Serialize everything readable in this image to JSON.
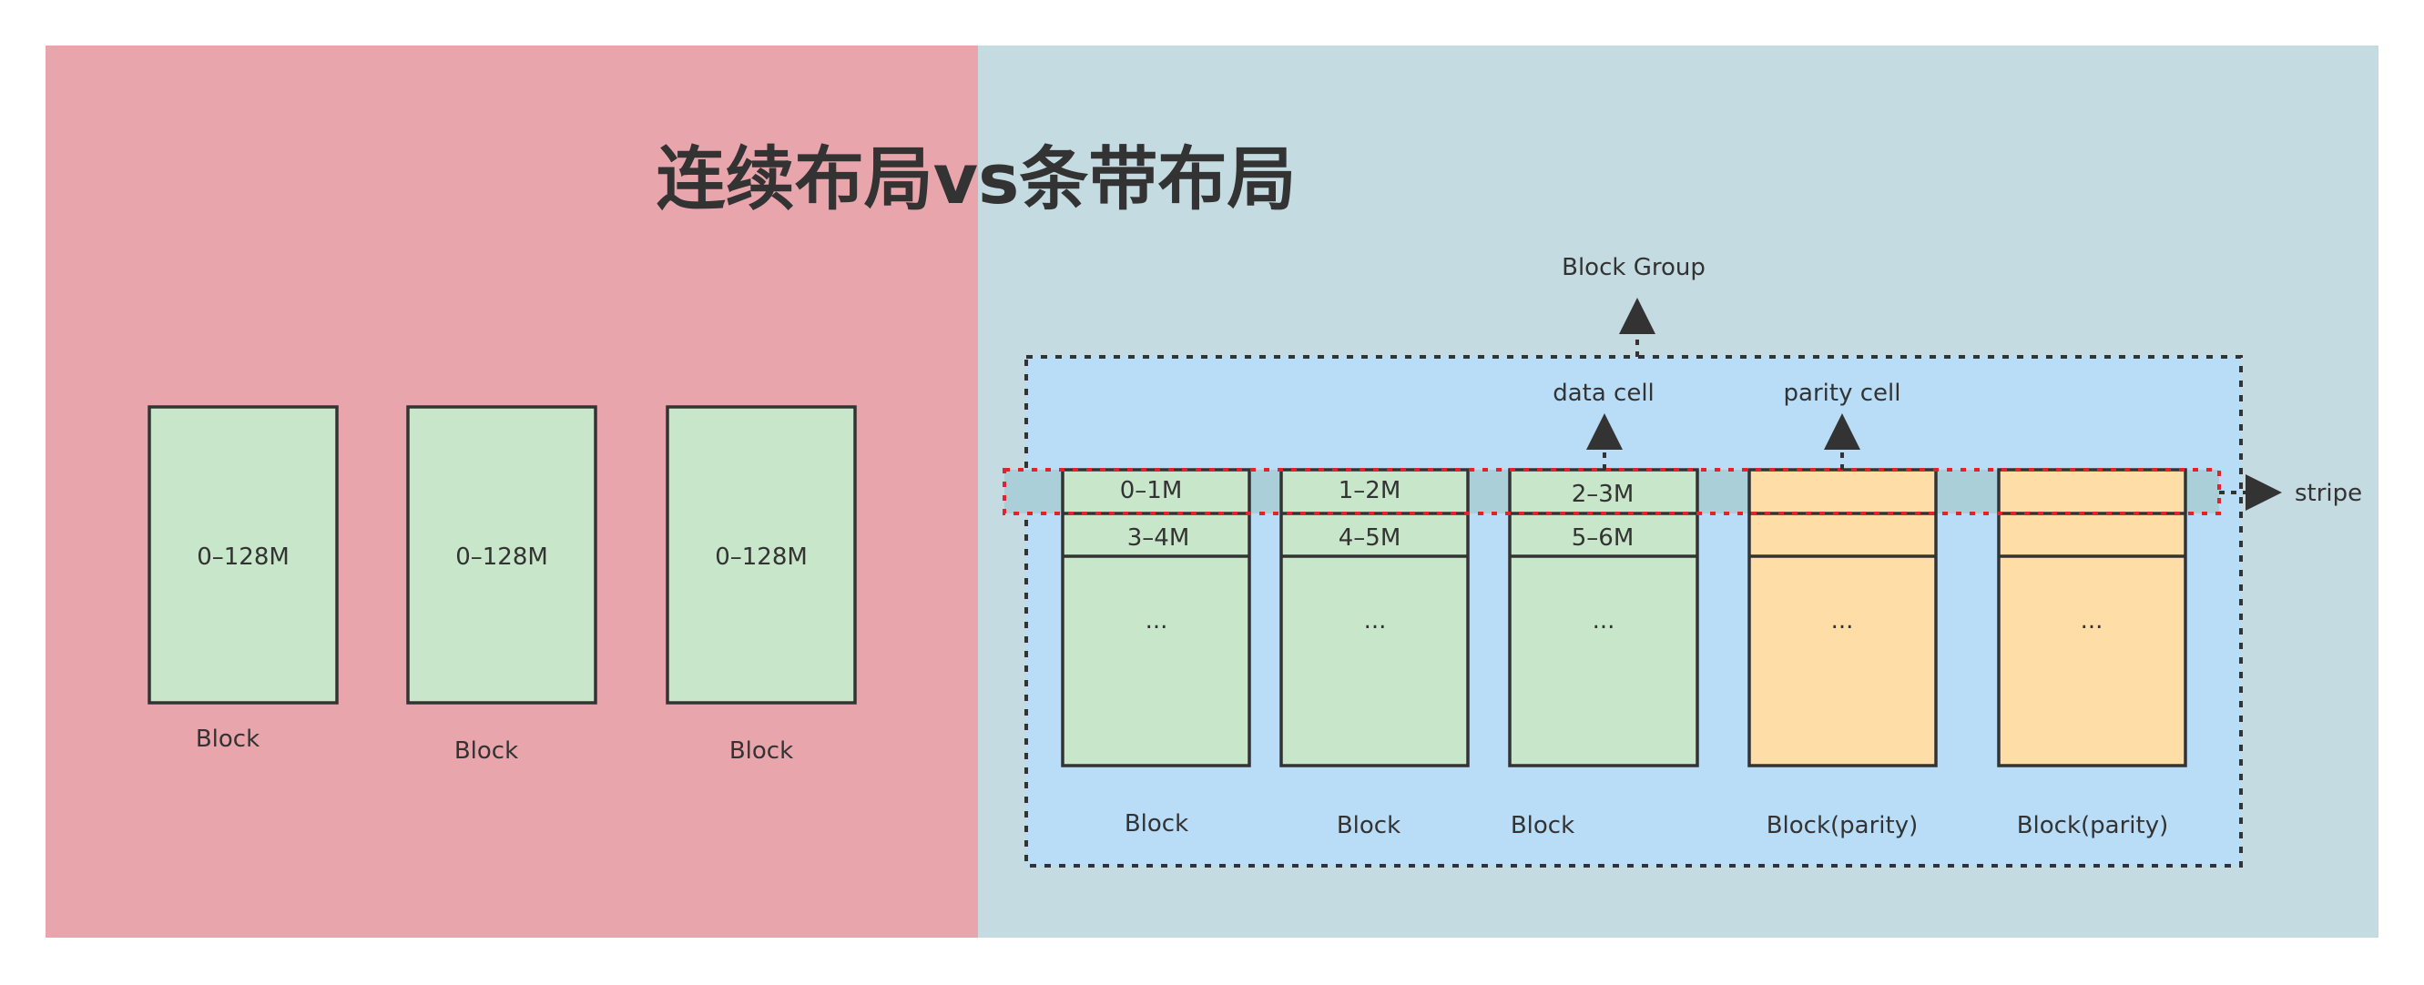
{
  "title": "连续布局vs条带布局",
  "colors": {
    "contiguous_bg": "#e8a6ac",
    "striped_bg": "#c3dbe1",
    "block_group_bg": "#b9ddf7",
    "data_block": "#c8e6c9",
    "parity_block": "#fedda7",
    "stripe_band": "#aacfd9",
    "stripe_border": "#e5222a",
    "outline": "#333333"
  },
  "contiguous": {
    "blocks": [
      {
        "range": "0–128M",
        "caption": "Block"
      },
      {
        "range": "0–128M",
        "caption": "Block"
      },
      {
        "range": "0–128M",
        "caption": "Block"
      }
    ]
  },
  "striped": {
    "block_group_label": "Block Group",
    "data_cell_label": "data cell",
    "parity_cell_label": "parity cell",
    "stripe_label": "stripe",
    "blocks": [
      {
        "cell1": "0–1M",
        "cell2": "3–4M",
        "rest": "...",
        "caption": "Block",
        "kind": "data"
      },
      {
        "cell1": "1–2M",
        "cell2": "4–5M",
        "rest": "...",
        "caption": "Block",
        "kind": "data"
      },
      {
        "cell1": "2–3M",
        "cell2": "5–6M",
        "rest": "...",
        "caption": "Block",
        "kind": "data"
      },
      {
        "cell1": "",
        "cell2": "",
        "rest": "...",
        "caption": "Block(parity)",
        "kind": "parity"
      },
      {
        "cell1": "",
        "cell2": "",
        "rest": "...",
        "caption": "Block(parity)",
        "kind": "parity"
      }
    ]
  }
}
